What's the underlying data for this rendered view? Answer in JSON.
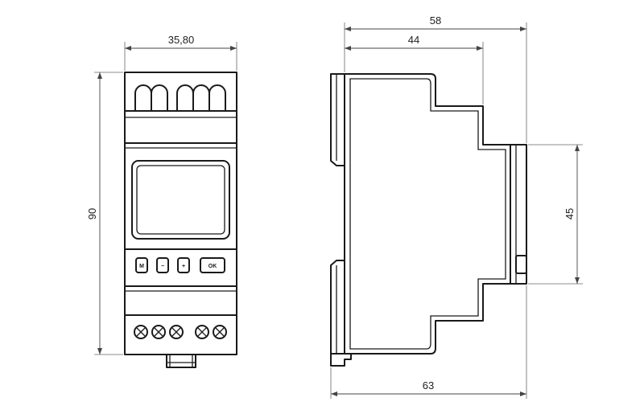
{
  "dimensions": {
    "front_width": "35,80",
    "front_height": "90",
    "side_total_depth": "58",
    "side_upper_depth": "44",
    "side_base_depth": "63",
    "front_face_height": "45"
  },
  "buttons": {
    "mode": "M",
    "minus": "−",
    "plus": "+",
    "ok": "OK"
  }
}
